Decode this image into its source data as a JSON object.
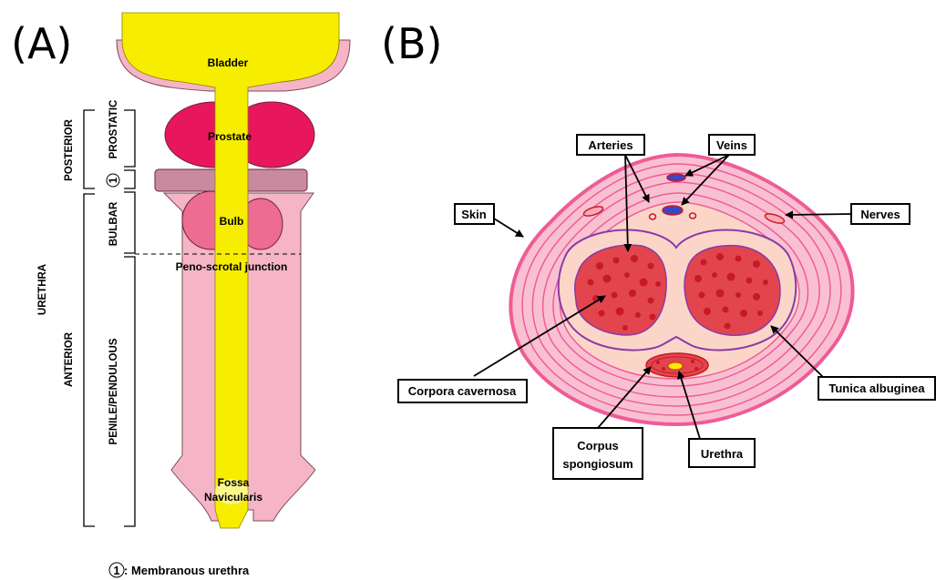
{
  "panel_a": {
    "label": "(A)",
    "organs": {
      "bladder": "Bladder",
      "prostate": "Prostate",
      "bulb": "Bulb",
      "junction": "Peno-scrotal junction",
      "fossa_line1": "Fossa",
      "fossa_line2": "Navicularis"
    },
    "segments": {
      "urethra": "URETHRA",
      "posterior": "POSTERIOR",
      "anterior": "ANTERIOR",
      "prostatic": "PROSTATIC",
      "bulbar": "BULBAR",
      "penile": "PENILE/PENDULOUS",
      "membranous_marker": "1"
    },
    "footnote": {
      "marker": "1",
      "text": ": Membranous urethra"
    }
  },
  "panel_b": {
    "label": "(B)",
    "callouts": {
      "arteries": "Arteries",
      "veins": "Veins",
      "skin": "Skin",
      "nerves": "Nerves",
      "corpora_cavernosa": "Corpora cavernosa",
      "tunica_albuginea": "Tunica albuginea",
      "corpus_line1": "Corpus",
      "corpus_line2": "spongiosum",
      "urethra": "Urethra"
    }
  },
  "colors": {
    "urethra_yellow": "#f7ed00",
    "tissue_pink": "#f5b5c6",
    "prostate_red": "#e8175d",
    "bulb_pink": "#ee6b92",
    "membranous_mauve": "#c98a9f",
    "skin_pink": "#ee5c97",
    "cavernosa_red": "#e2454e",
    "sinus_red": "#c71a26",
    "vein_blue": "#3a46c6"
  }
}
